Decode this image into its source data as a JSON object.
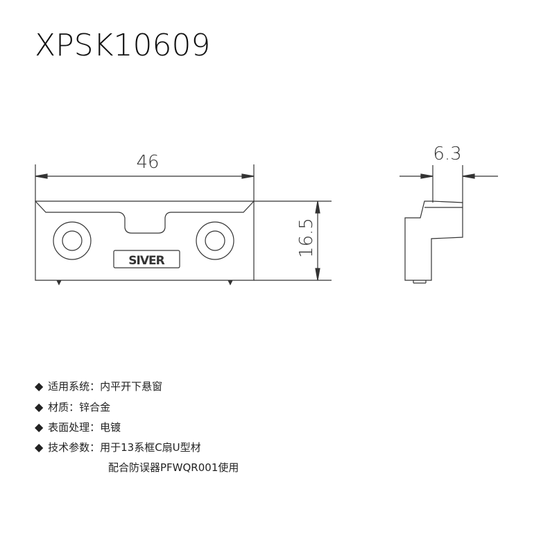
{
  "product": {
    "code": "XPSK10609"
  },
  "drawing": {
    "front_view": {
      "width_label": "46",
      "height_label": "16.5",
      "logo_text": "SIVER"
    },
    "side_view": {
      "thickness_label": "6.3"
    }
  },
  "specs": {
    "bullet": "◆",
    "items": [
      {
        "label": "适用系统：",
        "value": "内平开下悬窗"
      },
      {
        "label": "材质：",
        "value": "锌合金"
      },
      {
        "label": "表面处理：",
        "value": "电镀"
      },
      {
        "label": "技术参数：",
        "value": "用于13系框C扇U型材"
      }
    ],
    "continuation": "配合防误器PFWQR001使用"
  }
}
